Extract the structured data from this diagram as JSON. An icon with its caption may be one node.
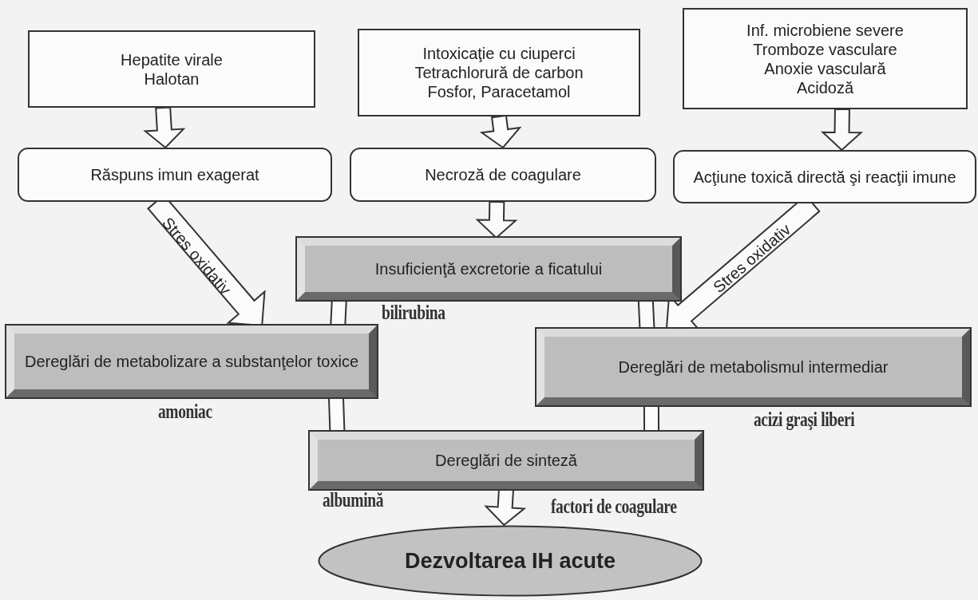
{
  "diagram": {
    "nodes": [
      {
        "text": [
          "Hepatite virale",
          "Halotan"
        ]
      },
      {
        "text": [
          "Intoxicaţie cu ciuperci",
          "Tetrachlorură de carbon",
          "Fosfor, Paracetamol"
        ]
      },
      {
        "text": [
          "Inf. microbiene severe",
          "Tromboze vasculare",
          "Anoxie vasculară",
          "Acidoză"
        ]
      },
      {
        "text": [
          "Răspuns imun exagerat"
        ]
      },
      {
        "text": [
          "Necroză de coagulare"
        ]
      },
      {
        "text": [
          "Acţiune toxică directă şi reacţii imune"
        ]
      },
      {
        "text": [
          "Insuficienţă excretorie a ficatului"
        ],
        "beside": [
          "bilirubina"
        ]
      },
      {
        "text": [
          "Dereglări de metabolizare a substanţelor toxice"
        ],
        "beside": [
          "amoniac"
        ]
      },
      {
        "text": [
          "Dereglări de metabolismul intermediar"
        ],
        "beside": [
          "acizi graşi liberi"
        ]
      },
      {
        "text": [
          "Dereglări de sinteză"
        ],
        "beside": [
          "albumină",
          "factori de coagulare"
        ]
      },
      {
        "text": [
          "Dezvoltarea IH acute"
        ]
      }
    ],
    "edges": [
      {
        "from": 0,
        "to": 3,
        "arrow": "to"
      },
      {
        "from": 1,
        "to": 4,
        "arrow": "to"
      },
      {
        "from": 2,
        "to": 5,
        "arrow": "to"
      },
      {
        "from": 3,
        "to": 7,
        "arrow": "to",
        "label": "Stres oxidativ"
      },
      {
        "from": 4,
        "to": 6,
        "arrow": "to"
      },
      {
        "from": 5,
        "to": 8,
        "arrow": "to",
        "label": "Stres oxidativ"
      },
      {
        "from": 6,
        "to": 7,
        "arrow": "none"
      },
      {
        "from": 6,
        "to": 8,
        "arrow": "none"
      },
      {
        "from": 7,
        "to": 9,
        "arrow": "none"
      },
      {
        "from": 8,
        "to": 9,
        "arrow": "none"
      },
      {
        "from": 9,
        "to": 10,
        "arrow": "to"
      }
    ]
  }
}
